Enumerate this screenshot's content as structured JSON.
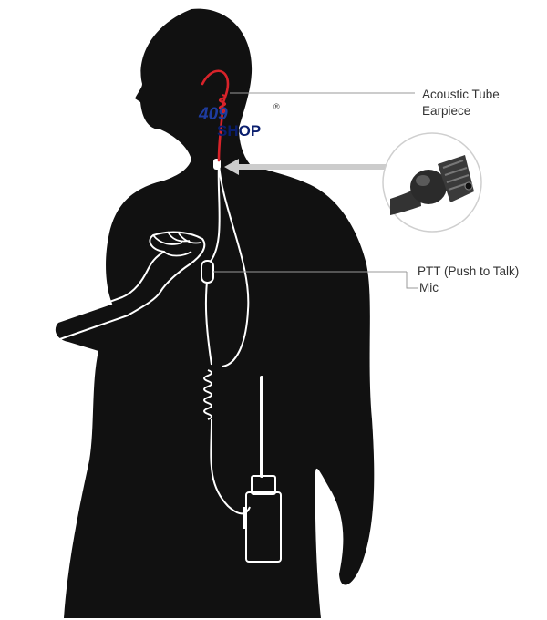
{
  "labels": {
    "earpiece_line1": "Acoustic Tube",
    "earpiece_line2": "Earpiece",
    "ptt": "PTT (Push to Talk)",
    "mic": "Mic"
  },
  "logo": {
    "text_top": "409",
    "text_bottom": "SHOP",
    "registered_mark": "®",
    "color_top": "#1e3c9e",
    "color_bottom": "#0a1e6e"
  },
  "colors": {
    "silhouette": "#111111",
    "tube": "#d8232a",
    "cable": "#ffffff",
    "leader_line": "#999999",
    "arrow": "#cccccc",
    "label_text": "#333333"
  }
}
